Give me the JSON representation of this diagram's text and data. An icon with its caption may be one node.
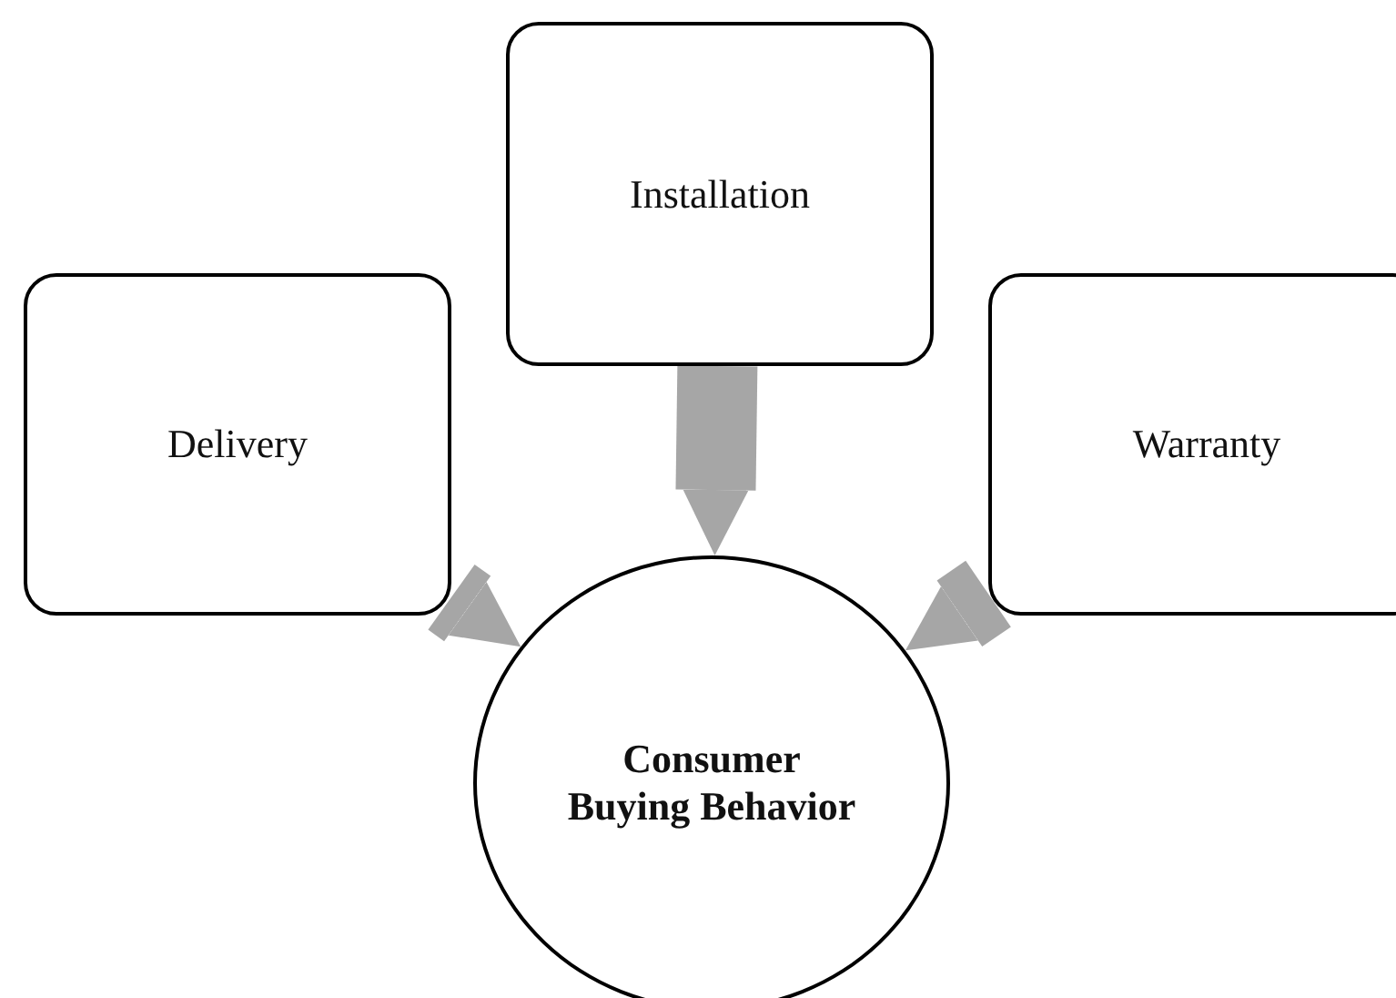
{
  "diagram": {
    "nodes": [
      {
        "text": [
          "Installation"
        ]
      },
      {
        "text": [
          "Delivery"
        ]
      },
      {
        "text": [
          "Warranty"
        ]
      },
      {
        "text": [
          "Consumer Buying Behavior"
        ]
      }
    ],
    "edges": [
      {
        "from": 1,
        "to": 3,
        "arrow": "to"
      },
      {
        "from": 0,
        "to": 3,
        "arrow": "to"
      },
      {
        "from": 2,
        "to": 3,
        "arrow": "to"
      }
    ]
  }
}
